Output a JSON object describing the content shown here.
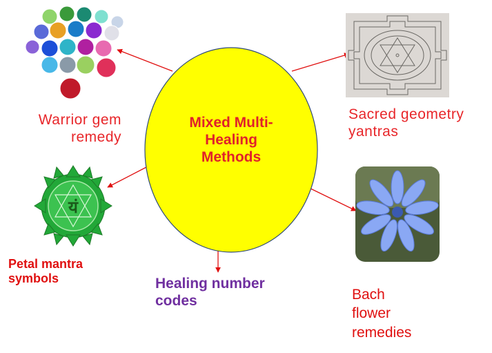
{
  "center": {
    "line1": "Mixed Multi-",
    "line2": "Healing",
    "line3": "Methods"
  },
  "nodes": {
    "gems": {
      "line1": "Warrior gem",
      "line2": "remedy"
    },
    "yantra": {
      "line1": "Sacred geometry",
      "line2": "yantras"
    },
    "mantra": {
      "line1": "Petal mantra",
      "line2": "symbols"
    },
    "numbers": {
      "line1": "Healing number",
      "line2": "codes"
    },
    "bach": {
      "line1": "Bach",
      "line2": "flower",
      "line3": "remedies"
    }
  },
  "chakra_glyph": "यं",
  "colors": {
    "ellipse": "#ffff00",
    "arrow": "#e01010",
    "node_text_red": "#e8262a",
    "purple": "#7030a0",
    "chakra_green": "#22a838",
    "flower_blue": "#7a9df0"
  }
}
